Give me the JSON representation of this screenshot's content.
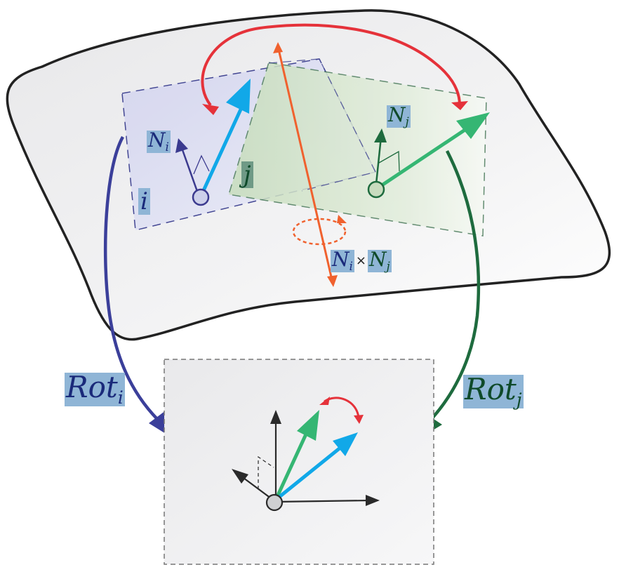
{
  "figure": {
    "labels": {
      "patch_i": "i",
      "patch_j": "j",
      "normal_i_base": "N",
      "normal_i_sub": "i",
      "normal_j_base": "N",
      "normal_j_sub": "j",
      "cross_left_base": "N",
      "cross_left_sub": "i",
      "cross_symbol": "×",
      "cross_right_base": "N",
      "cross_right_sub": "j",
      "rot_i_base": "Rot",
      "rot_i_sub": "i",
      "rot_j_base": "Rot",
      "rot_j_sub": "j"
    },
    "colors": {
      "surface_outline": "#222222",
      "surface_fill": "#efeff1",
      "patch_i_fill": "#d9daf0",
      "patch_i_border": "#3b3f8f",
      "patch_j_fill": "#cfe3c4",
      "patch_j_border": "#4a7a5a",
      "normal_i": "#3b3a8f",
      "normal_j": "#1e6b3e",
      "vector_i": "#11a8e8",
      "vector_j": "#35b673",
      "angle_arc": "#e5323a",
      "cross_axis": "#f0612e",
      "rot_i_arrow": "#3b3f9a",
      "rot_j_arrow": "#1e6b3e",
      "label_bg": "#8fb5d6",
      "frame_border": "#777777",
      "frame_fill": "#eeeef0",
      "axis": "#2a2a2a"
    }
  }
}
